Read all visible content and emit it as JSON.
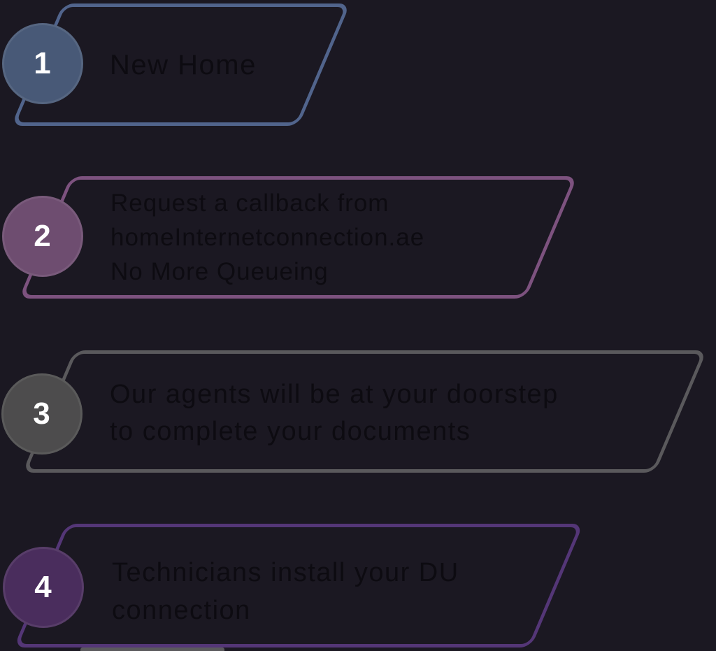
{
  "colors": {
    "background": "#1b1822",
    "text": "#0d0b11",
    "number_text": "#ffffff",
    "bottom_fragment": "#5a595c"
  },
  "steps": [
    {
      "number": "1",
      "lines": [
        "New Home"
      ],
      "circle_color": "#485977",
      "border_color": "#51648c"
    },
    {
      "number": "2",
      "lines": [
        "Request a callback from",
        "homeInternetconnection.ae",
        "No More Queueing"
      ],
      "circle_color": "#6e4d70",
      "border_color": "#7d527f"
    },
    {
      "number": "3",
      "lines": [
        "Our agents will be at your doorstep",
        "to complete your documents"
      ],
      "circle_color": "#4d4c4d",
      "border_color": "#5a595c"
    },
    {
      "number": "4",
      "lines": [
        "Technicians install your DU",
        "connection"
      ],
      "circle_color": "#4a2d5d",
      "border_color": "#543677"
    }
  ]
}
